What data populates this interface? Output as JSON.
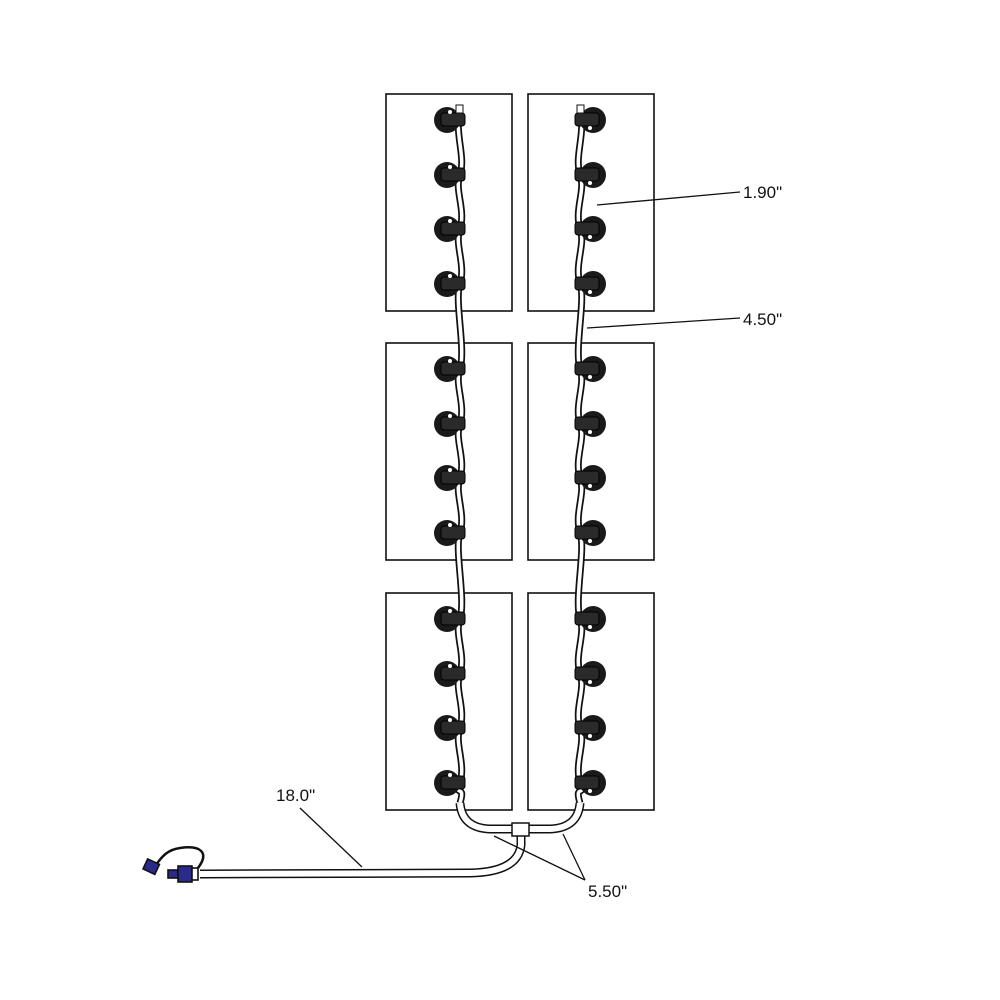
{
  "diagram": {
    "panels_per_column": 3,
    "columns": 2,
    "lights_per_panel": 4,
    "dimensions": {
      "light_spacing": "1.90\"",
      "panel_gap": "4.50\"",
      "lead_cable": "18.0\"",
      "split_cable": "5.50\""
    },
    "colors": {
      "line": "#111111",
      "light": "#1a1a1a",
      "connector": "#2a2a8a"
    }
  }
}
